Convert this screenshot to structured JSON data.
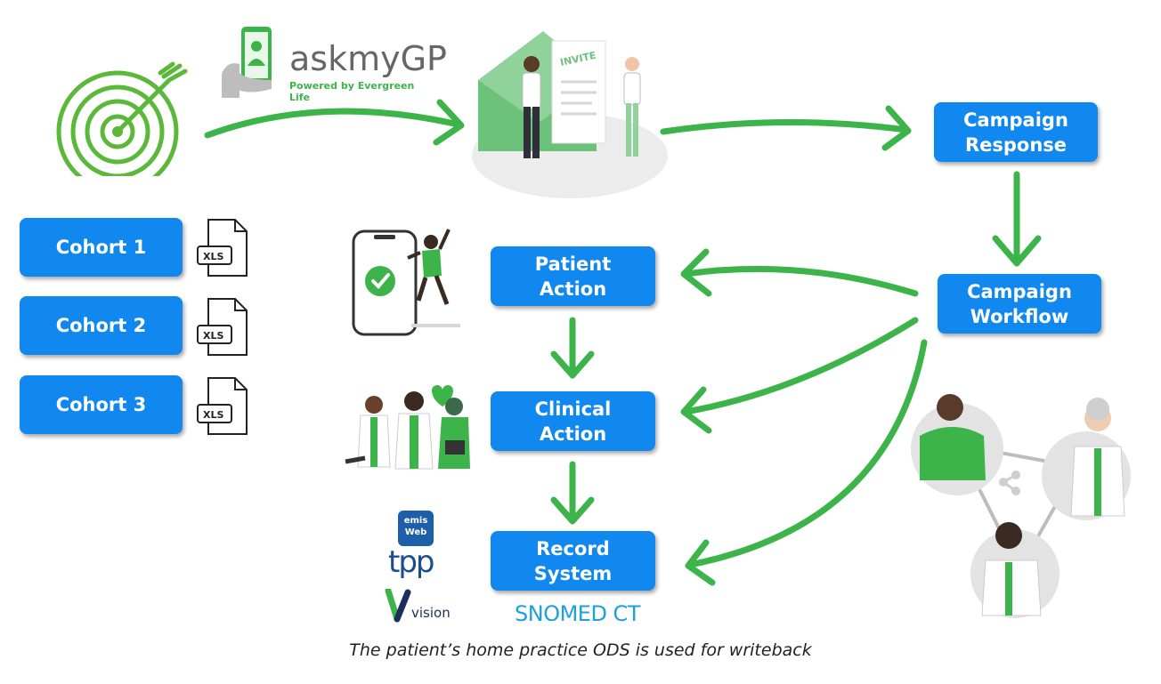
{
  "logo": {
    "name": "askmyGP",
    "tagline": "Powered by Evergreen Life"
  },
  "cohorts": [
    {
      "label": "Cohort 1",
      "file_badge": "XLS"
    },
    {
      "label": "Cohort 2",
      "file_badge": "XLS"
    },
    {
      "label": "Cohort 3",
      "file_badge": "XLS"
    }
  ],
  "invite_label": "INVITE",
  "boxes": {
    "campaign_response": "Campaign\nResponse",
    "campaign_workflow": "Campaign\nWorkflow",
    "patient_action": "Patient\nAction",
    "clinical_action": "Clinical\nAction",
    "record_system": "Record\nSystem"
  },
  "system_logos": {
    "emis": "emis\nWeb",
    "tpp": "tpp",
    "vision": "vision",
    "snomed": "SNOMED CT"
  },
  "caption": "The patient’s home practice ODS is used for writeback",
  "colors": {
    "box_blue": "#1088f0",
    "arrow_green": "#3cb44a",
    "target_green": "#5cb83a",
    "snomed_blue": "#1ca1dd"
  }
}
